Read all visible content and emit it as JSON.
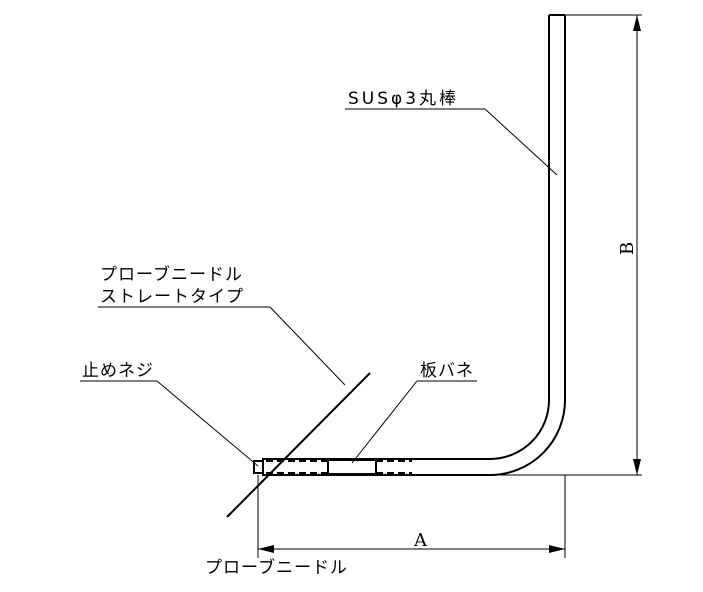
{
  "labels": {
    "material": "SUSφ3丸棒",
    "probe_type_line1": "プローブニードル",
    "probe_type_line2": "ストレートタイプ",
    "set_screw": "止めネジ",
    "leaf_spring": "板バネ",
    "bottom_caption": "プローブニードル"
  },
  "dimensions": {
    "horizontal": "A",
    "vertical": "B"
  }
}
